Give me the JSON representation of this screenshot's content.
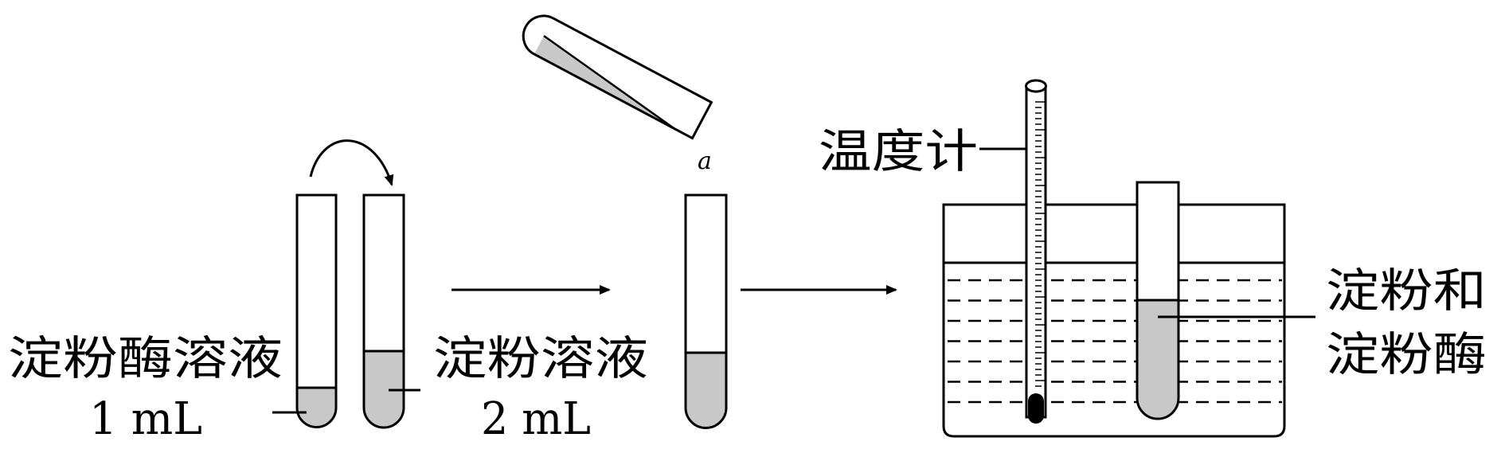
{
  "labels": {
    "enzyme_solution": "淀粉酶溶液",
    "enzyme_volume": "1 mL",
    "starch_solution": "淀粉溶液",
    "starch_volume": "2 mL",
    "pour_mark": "a",
    "thermometer": "温度计",
    "mixture_line1": "淀粉和",
    "mixture_line2": "淀粉酶"
  },
  "colors": {
    "ink": "#000000",
    "liquid": "#c8c8c8",
    "background": "#ffffff"
  }
}
